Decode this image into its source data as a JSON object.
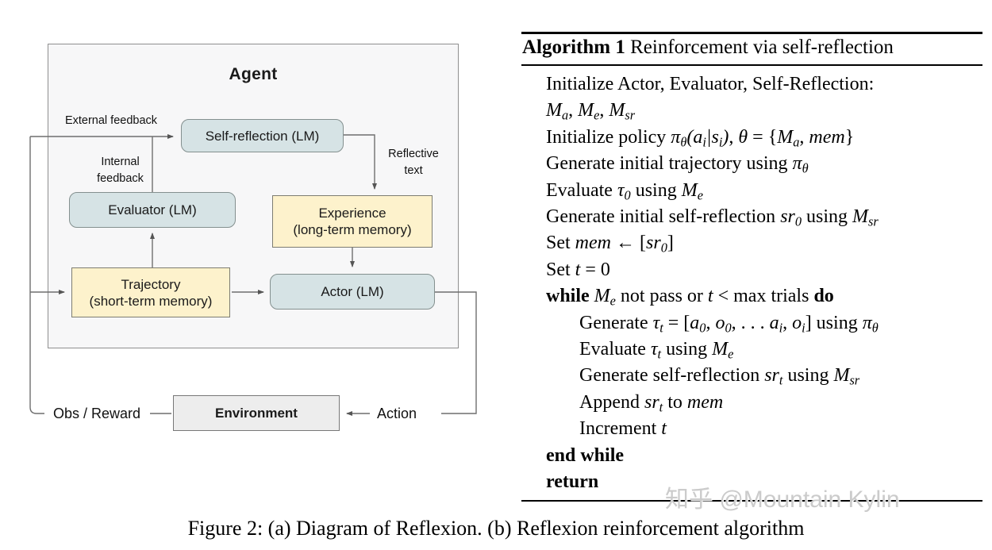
{
  "figure": {
    "caption": "Figure 2: (a) Diagram of Reflexion. (b) Reflexion reinforcement algorithm",
    "watermark": "知乎 @Mountain Kylin"
  },
  "diagram": {
    "agent_title": "Agent",
    "boxes": {
      "self_reflection": {
        "label": "Self-reflection (LM)"
      },
      "evaluator": {
        "label": "Evaluator (LM)"
      },
      "experience": {
        "line1": "Experience",
        "line2": "(long-term memory)"
      },
      "trajectory": {
        "line1": "Trajectory",
        "line2": "(short-term memory)"
      },
      "actor": {
        "label": "Actor (LM)"
      },
      "environment": {
        "label": "Environment"
      }
    },
    "labels": {
      "external_feedback": "External feedback",
      "internal_feedback_line1": "Internal",
      "internal_feedback_line2": "feedback",
      "reflective_line1": "Reflective",
      "reflective_line2": "text",
      "obs_reward": "Obs / Reward",
      "action": "Action"
    },
    "colors": {
      "lm_box_fill": "#d6e3e5",
      "memory_box_fill": "#fdf2cc",
      "environment_fill": "#ededed",
      "agent_fill": "#f7f7f8",
      "arrow": "#6f6f6f"
    }
  },
  "algorithm": {
    "header": "**Algorithm 1** Reinforcement via self-reflection",
    "lines": [
      {
        "indent": 1,
        "text": "Initialize Actor, Evaluator, Self-Reflection:"
      },
      {
        "indent": 1,
        "text": "$M_{a}$, $M_{e}$, $M_{sr}$"
      },
      {
        "indent": 1,
        "text": "Initialize policy $π_{θ}(a_{i}|s_{i})$, $θ$ = {$M_{a}$, $mem$}"
      },
      {
        "indent": 1,
        "text": "Generate initial trajectory using $π_{θ}$"
      },
      {
        "indent": 1,
        "text": "Evaluate $τ_{0}$ using $M_{e}$"
      },
      {
        "indent": 1,
        "text": "Generate initial self-reflection $sr_{0}$ using $M_{sr}$"
      },
      {
        "indent": 1,
        "text": "Set $mem$ ← [$sr_{0}$]"
      },
      {
        "indent": 1,
        "text": "Set $t$ = 0"
      },
      {
        "indent": 1,
        "text": "**while** $M_{e}$ not pass or $t$ < max trials **do**"
      },
      {
        "indent": 2,
        "text": "Generate $τ_{t}$ = [$a_{0}$, $o_{0}$, . . . $a_{i}$, $o_{i}$] using $π_{θ}$"
      },
      {
        "indent": 2,
        "text": "Evaluate $τ_{t}$ using $M_{e}$"
      },
      {
        "indent": 2,
        "text": "Generate self-reflection $sr_{t}$ using $M_{sr}$"
      },
      {
        "indent": 2,
        "text": "Append $sr_{t}$ to $mem$"
      },
      {
        "indent": 2,
        "text": "Increment $t$"
      },
      {
        "indent": 1,
        "text": "**end while**"
      },
      {
        "indent": 1,
        "text": "**return**"
      }
    ]
  }
}
